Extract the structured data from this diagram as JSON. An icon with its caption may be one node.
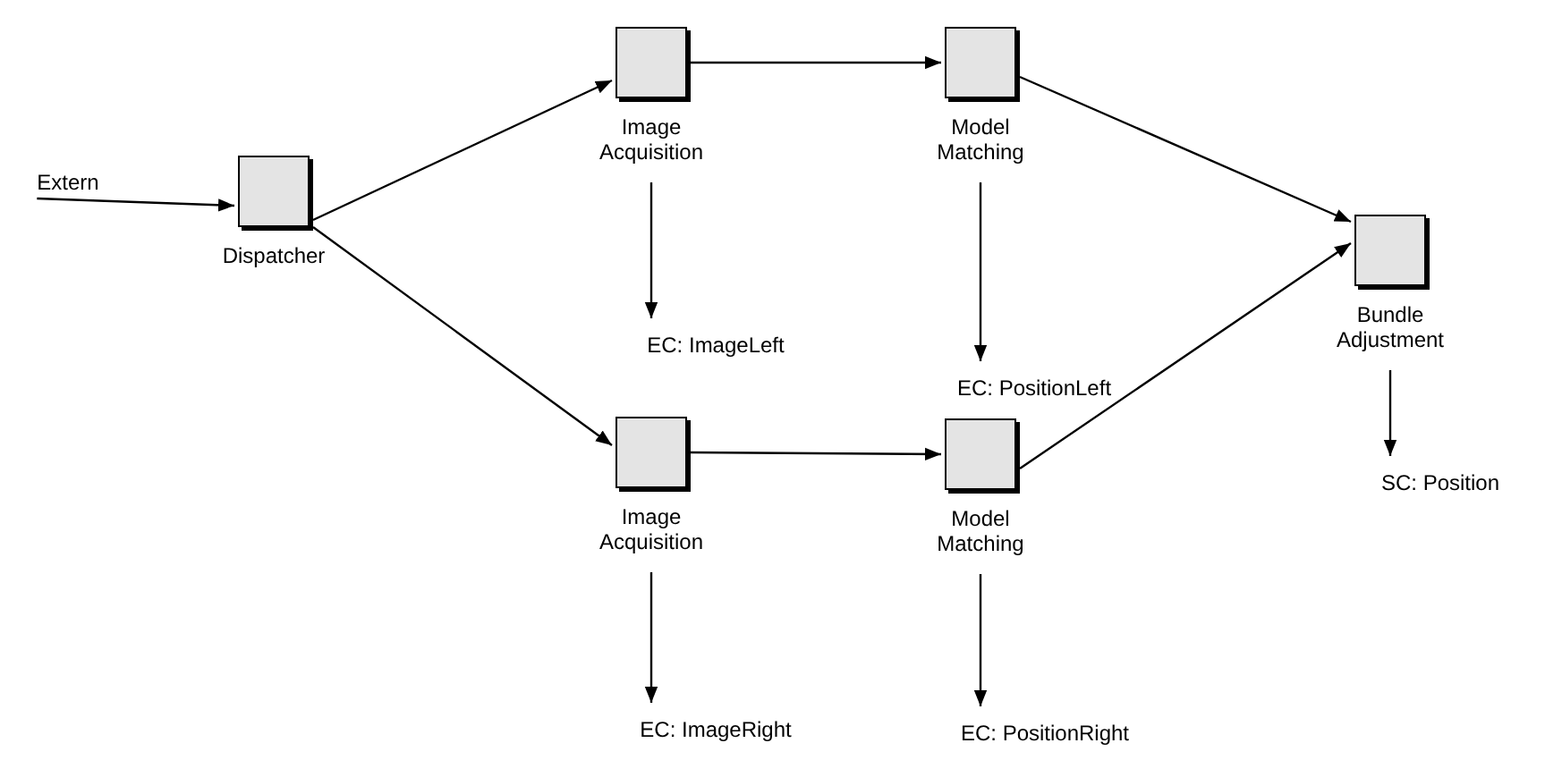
{
  "diagram": {
    "nodes": [
      {
        "text": [
          "Extern"
        ]
      },
      {
        "text": [
          "Dispatcher"
        ]
      },
      {
        "text": [
          "Image Acquisition"
        ]
      },
      {
        "text": [
          "Model Matching"
        ]
      },
      {
        "text": [
          "Bundle Adjustment"
        ]
      },
      {
        "text": [
          "EC: ImageLeft"
        ]
      },
      {
        "text": [
          "EC: PositionLeft"
        ]
      },
      {
        "text": [
          "Image Acquisition"
        ]
      },
      {
        "text": [
          "Model Matching"
        ]
      },
      {
        "text": [
          "EC: ImageRight"
        ]
      },
      {
        "text": [
          "EC: PositionRight"
        ]
      },
      {
        "text": [
          "SC: Position"
        ]
      }
    ],
    "edges": [
      {
        "from": 0,
        "to": 1,
        "arrow": "to"
      },
      {
        "from": 1,
        "to": 2,
        "arrow": "to"
      },
      {
        "from": 1,
        "to": 7,
        "arrow": "to"
      },
      {
        "from": 2,
        "to": 3,
        "arrow": "to"
      },
      {
        "from": 7,
        "to": 8,
        "arrow": "to"
      },
      {
        "from": 3,
        "to": 4,
        "arrow": "to"
      },
      {
        "from": 8,
        "to": 4,
        "arrow": "to"
      },
      {
        "from": 2,
        "to": 5,
        "arrow": "to"
      },
      {
        "from": 3,
        "to": 6,
        "arrow": "to"
      },
      {
        "from": 7,
        "to": 9,
        "arrow": "to"
      },
      {
        "from": 8,
        "to": 10,
        "arrow": "to"
      },
      {
        "from": 4,
        "to": 11,
        "arrow": "to"
      }
    ]
  }
}
